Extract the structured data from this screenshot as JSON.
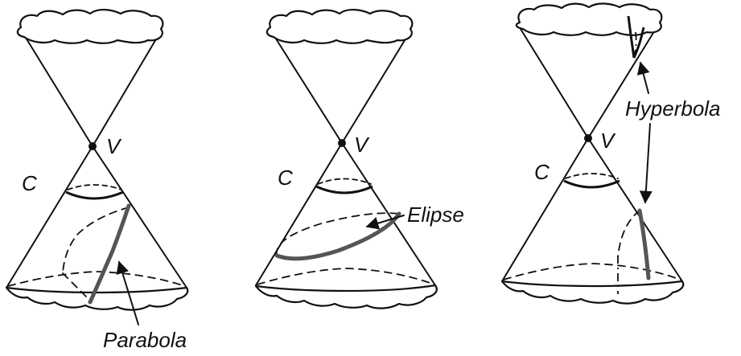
{
  "panels": [
    {
      "id": "parabola",
      "vertex_label": "V",
      "circle_label": "C",
      "section_label": "Parabola"
    },
    {
      "id": "ellipse",
      "vertex_label": "V",
      "circle_label": "C",
      "section_label": "Elipse"
    },
    {
      "id": "hyperbola",
      "vertex_label": "V",
      "circle_label": "C",
      "section_label": "Hyperbola"
    }
  ],
  "colors": {
    "line": "#111111",
    "section_curve": "#555555",
    "background": "#ffffff"
  }
}
